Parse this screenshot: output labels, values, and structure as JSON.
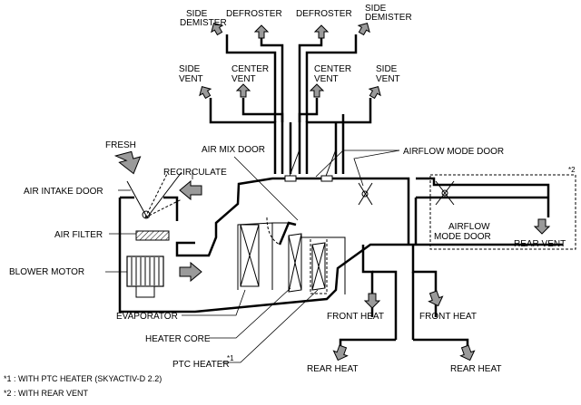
{
  "labels": {
    "side_demister_left": [
      "SIDE",
      "DEMISTER"
    ],
    "defroster_left": "DEFROSTER",
    "defroster_right": "DEFROSTER",
    "side_demister_right": [
      "SIDE",
      "DEMISTER"
    ],
    "side_vent_left": [
      "SIDE",
      "VENT"
    ],
    "center_vent_left": [
      "CENTER",
      "VENT"
    ],
    "center_vent_right": [
      "CENTER",
      "VENT"
    ],
    "side_vent_right": [
      "SIDE",
      "VENT"
    ],
    "fresh": "FRESH",
    "air_mix_door": "AIR MIX DOOR",
    "airflow_mode_door": "AIRFLOW MODE DOOR",
    "recirculate": "RECIRCULATE",
    "air_intake_door": "AIR INTAKE DOOR",
    "air_filter": "AIR FILTER",
    "blower_motor": "BLOWER MOTOR",
    "evaporator": "EVAPORATOR",
    "heater_core": "HEATER CORE",
    "ptc_heater": "PTC HEATER",
    "ptc_heater_note_mark": "*1",
    "rear_airflow_mode_door": [
      "AIRFLOW",
      "MODE DOOR"
    ],
    "rear_vent": "REAR VENT",
    "rear_vent_note_mark": "*2",
    "front_heat_left": "FRONT HEAT",
    "front_heat_right": "FRONT HEAT",
    "rear_heat_left": "REAR HEAT",
    "rear_heat_right": "REAR HEAT"
  },
  "footnotes": {
    "note1": "*1 : WITH PTC HEATER (SKYACTIV-D 2.2)",
    "note2": "*2 : WITH REAR VENT"
  }
}
